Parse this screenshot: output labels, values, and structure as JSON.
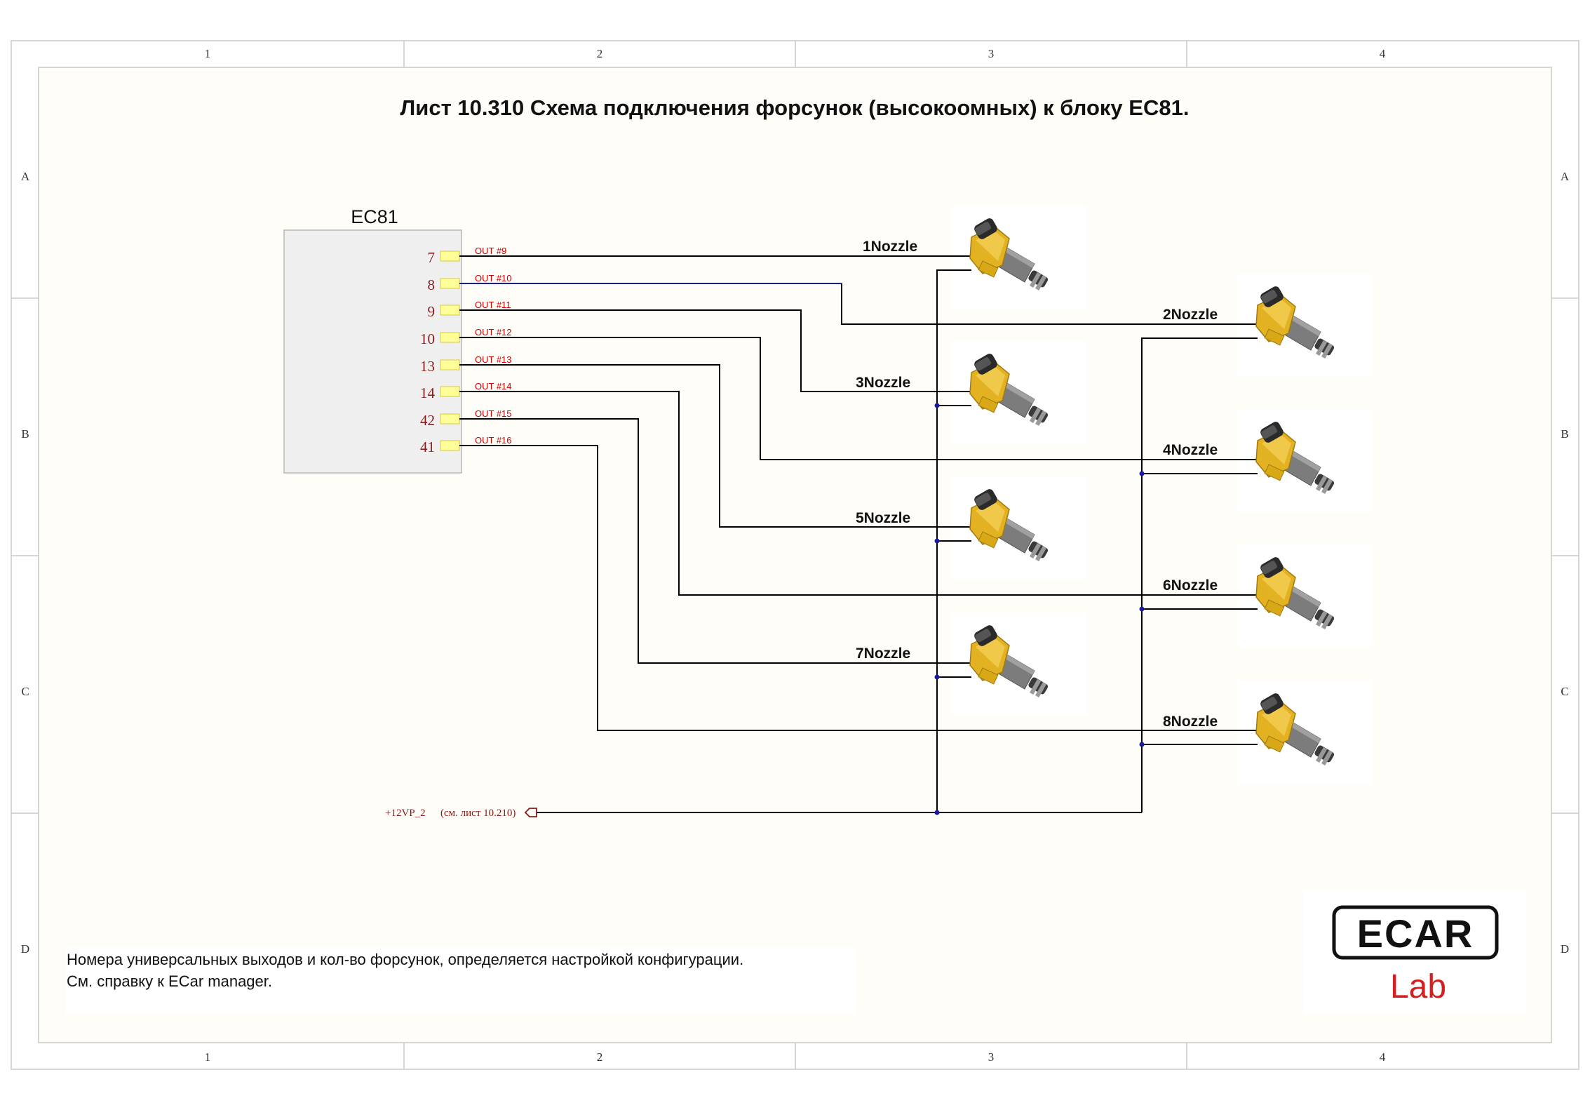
{
  "title": "Лист 10.310 Схема подключения форсунок (высокоомных) к блоку EC81.",
  "frame": {
    "columns": [
      "1",
      "2",
      "3",
      "4"
    ],
    "rows": [
      "A",
      "B",
      "C",
      "D"
    ]
  },
  "ecu": {
    "name": "EC81",
    "pins": [
      {
        "pin": "7",
        "out": "OUT #9"
      },
      {
        "pin": "8",
        "out": "OUT #10"
      },
      {
        "pin": "9",
        "out": "OUT #11"
      },
      {
        "pin": "10",
        "out": "OUT #12"
      },
      {
        "pin": "13",
        "out": "OUT #13"
      },
      {
        "pin": "14",
        "out": "OUT #14"
      },
      {
        "pin": "42",
        "out": "OUT #15"
      },
      {
        "pin": "41",
        "out": "OUT #16"
      }
    ]
  },
  "nozzles": [
    "1Nozzle",
    "2Nozzle",
    "3Nozzle",
    "4Nozzle",
    "5Nozzle",
    "6Nozzle",
    "7Nozzle",
    "8Nozzle"
  ],
  "power": {
    "net": "+12VP_2",
    "ref": "(см. лист 10.210)"
  },
  "note": {
    "line1": "Номера универсальных выходов и кол-во форсунок, определяется настройкой конфигурации.",
    "line2": "См. справку к ECar manager."
  },
  "logo": {
    "brand": "ECAR",
    "sub": "Lab"
  },
  "colors": {
    "sheet_bg": "#fffdf8",
    "ecu_fill": "#efefef",
    "pin_pad": "#ffff99",
    "out_label": "#cc0000",
    "pin_number": "#8b1a1a",
    "wire": "#000000",
    "wire_highlight": "#1a1aa0",
    "nozzle_body": "#e0b020",
    "nozzle_barrel": "#7a7a7a",
    "logo_red": "#d42020"
  }
}
